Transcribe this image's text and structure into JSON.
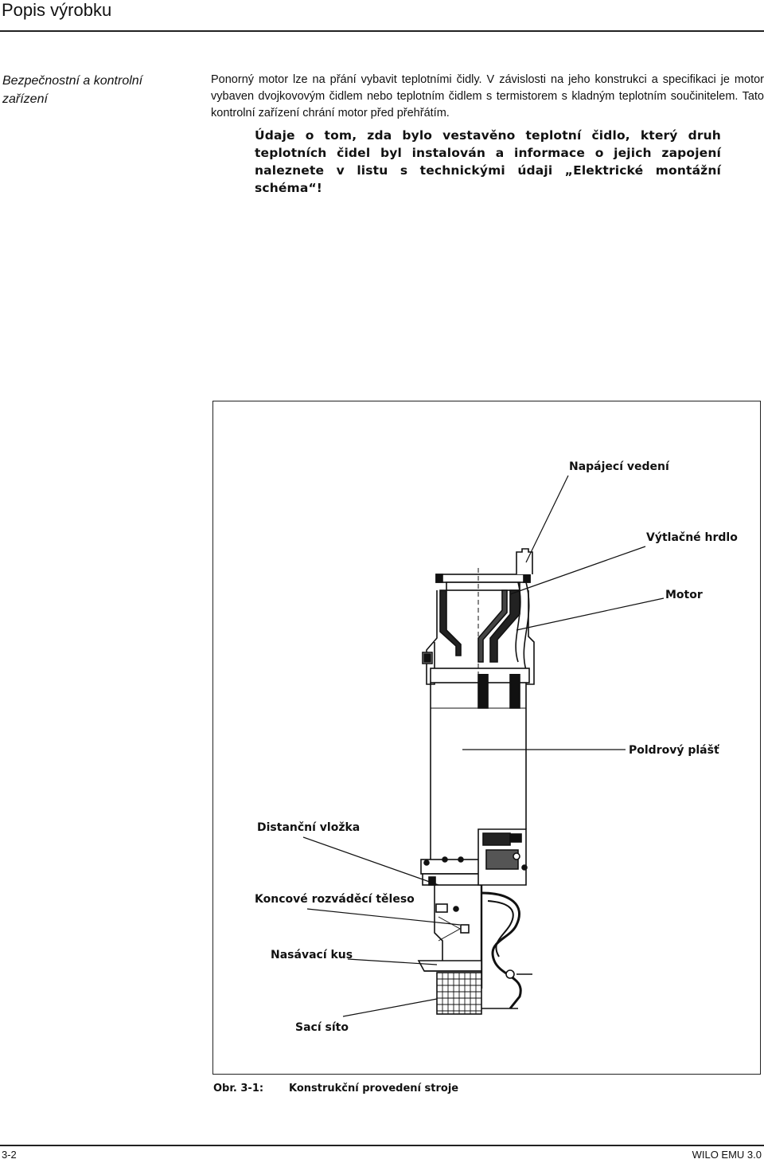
{
  "header": {
    "title": "Popis výrobku"
  },
  "section": {
    "heading": "Bezpečnostní a kontrolní zařízení",
    "paragraph": "Ponorný motor lze na přání vybavit teplotními čidly. V závislosti na jeho konstrukci a specifikaci je motor vybaven dvojkovovým čidlem nebo teplotním čidlem s termistorem s kladným teplotním součinitelem. Tato kontrolní zařízení chrání motor před přehřátím.",
    "note": "Údaje o tom, zda bylo vestavěno teplotní čidlo, který druh teplotních čidel byl instalován a informace o jejich zapojení naleznete v listu s technickými údaji „Elektrické montážní schéma“!"
  },
  "figure": {
    "labels": {
      "supply_line": "Napájecí vedení",
      "discharge_nozzle": "Výtlačné hrdlo",
      "motor": "Motor",
      "motor_housing": "Poldrový plášť",
      "spacer": "Distanční vložka",
      "end_distributor": "Koncové rozváděcí těleso",
      "suction_piece": "Nasávací kus",
      "suction_strainer": "Sací síto"
    },
    "caption_number": "Obr. 3-1:",
    "caption_text": "Konstrukční provedení stroje"
  },
  "footer": {
    "page": "3-2",
    "doc": "WILO EMU 3.0"
  }
}
